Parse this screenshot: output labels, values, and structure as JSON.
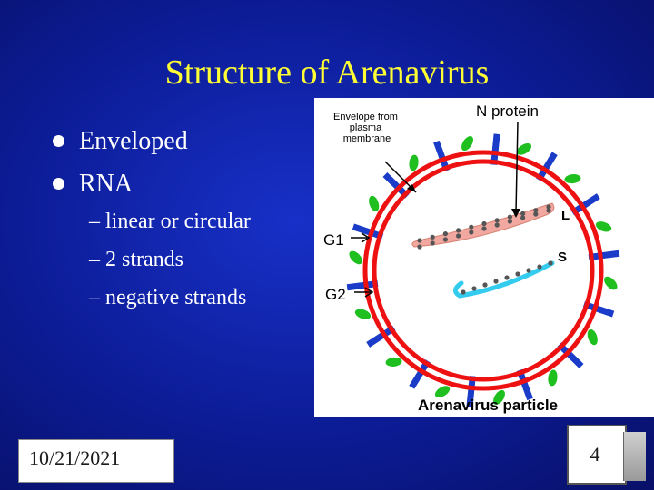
{
  "slide": {
    "title": "Structure of Arenavirus",
    "bullets": [
      "Enveloped",
      "RNA"
    ],
    "sub_bullets": [
      "– linear or circular",
      "– 2 strands",
      "– negative strands"
    ],
    "footer_date": "10/21/2021",
    "slide_number": "4"
  },
  "figure": {
    "label_envelope": [
      "Envelope from",
      "plasma",
      "membrane"
    ],
    "label_n_protein": "N protein",
    "label_l": "L",
    "label_s": "S",
    "label_g1": "G1",
    "label_g2": "G2",
    "caption": "Arenavirus particle",
    "colors": {
      "envelope": "#ee1111",
      "g1_spike": "#1a3cc8",
      "g2_spike": "#1fbf1f",
      "l_segment": "#f0a8a0",
      "s_segment": "#33ccee"
    }
  },
  "colors": {
    "background": "#0c1c96",
    "title": "#ffff33",
    "text": "#ffffff"
  }
}
